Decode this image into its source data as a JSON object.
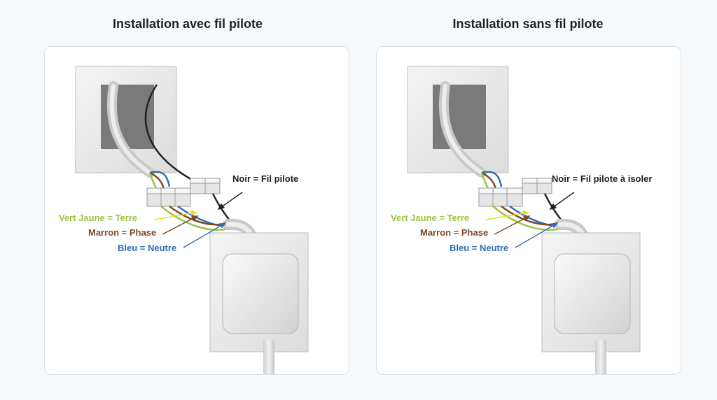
{
  "colors": {
    "earth": "#9ac640",
    "phase": "#7a4a2a",
    "neutral": "#2f6eb2",
    "pilot": "#222222",
    "background": "#f6f9fc"
  },
  "left_panel": {
    "title": "Installation avec fil pilote",
    "label_pilot": "Noir = Fil pilote",
    "label_earth": "Vert Jaune = Terre",
    "label_phase": "Marron = Phase",
    "label_neutral": "Bleu = Neutre"
  },
  "right_panel": {
    "title": "Installation sans fil pilote",
    "label_pilot": "Noir = Fil pilote à isoler",
    "label_earth": "Vert Jaune = Terre",
    "label_phase": "Marron = Phase",
    "label_neutral": "Bleu = Neutre"
  }
}
